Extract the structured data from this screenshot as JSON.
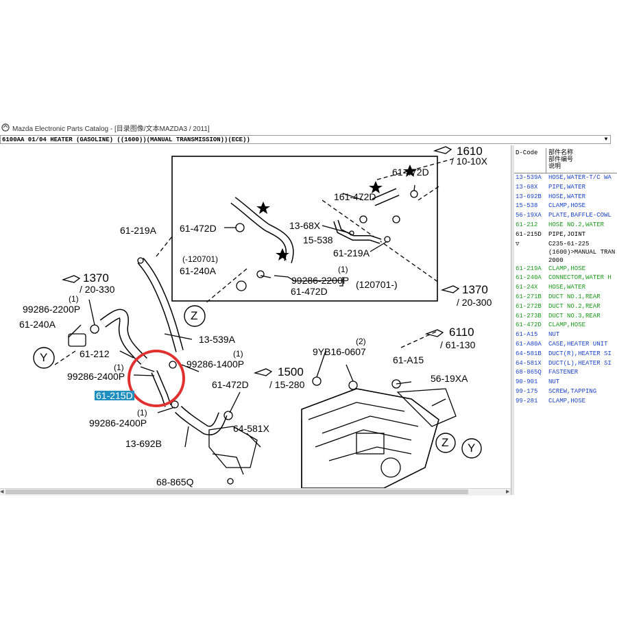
{
  "window": {
    "title": "Mazda Electronic Parts Catalog - [目录图像/文本MAZDA3 / 2011]"
  },
  "header": {
    "selected": "6100AA 01/04 HEATER (GASOLINE) ((1600))(MANUAL TRANSMISSION))(ECE))",
    "dropdown_arrow": "▼"
  },
  "diagram": {
    "labels": {
      "p1610": "1610",
      "p10_10x": "/ 10-10X",
      "p61_472d_a": "61-472D",
      "p161_472d": "161-472D",
      "p61_472d_b": "61-472D",
      "p13_68x": "13-68X",
      "p15_538": "15-538",
      "p61_219a_a": "61-219A",
      "p120701a": "(-120701)",
      "p61_240a_a": "61-240A",
      "p99286_2200_a_qty": "(1)",
      "p99286_2200_a": "99286-2200P",
      "p120701b": "(120701-)",
      "p61_472d_c": "61-472D",
      "p1370_a": "1370",
      "p20_300": "/ 20-300",
      "p61_219a_b": "61-219A",
      "p1370_b": "1370",
      "p20_330": "/ 20-330",
      "p99286_2200_b_qty": "(1)",
      "p99286_2200_b": "99286-2200P",
      "p61_240a_b": "61-240A",
      "pY1": "Y",
      "p61_212": "61-212",
      "pZ1": "Z",
      "p13_539a": "13-539A",
      "p6110": "6110",
      "p61_130": "/ 61-130",
      "p9yb_qty": "(2)",
      "p9yb": "9YB16-0607",
      "p61_a15": "61-A15",
      "p99286_1400_qty": "(1)",
      "p99286_1400": "99286-1400P",
      "p99286_2400_a_qty": "(1)",
      "p99286_2400_a": "99286-2400P",
      "p61_215d": "61-215D",
      "p1500": "1500",
      "p15_280": "/ 15-280",
      "p61_472d_d": "61-472D",
      "p56_19xa": "56-19XA",
      "p99286_2400_b_qty": "(1)",
      "p99286_2400_b": "99286-2400P",
      "p64_581x": "64-581X",
      "pZ2": "Z",
      "pY2": "Y",
      "p13_692b": "13-692B",
      "p68_865q": "68-865Q"
    }
  },
  "parts_table": {
    "columns": {
      "code": "D-Code",
      "name_line1": "部件名称",
      "name_line2": "部件编号",
      "name_line3": "说明"
    },
    "rows": [
      {
        "code": "13-539A",
        "desc": "HOSE,WATER-T/C WA",
        "color": "blue"
      },
      {
        "code": "13-68X",
        "desc": "PIPE,WATER",
        "color": "blue"
      },
      {
        "code": "13-692B",
        "desc": "HOSE,WATER",
        "color": "blue"
      },
      {
        "code": "15-538",
        "desc": "CLAMP,HOSE",
        "color": "blue"
      },
      {
        "code": "56-19XA",
        "desc": "PLATE,BAFFLE-COWL",
        "color": "blue"
      },
      {
        "code": "61-212",
        "desc": "HOSE NO.2,WATER",
        "color": "green"
      },
      {
        "code": "61-215D",
        "desc": "PIPE,JOINT",
        "color": "black"
      },
      {
        "code": "▽",
        "desc": "C235-61-225",
        "color": "note"
      },
      {
        "code": "",
        "desc": "(1600)>MANUAL TRAN",
        "color": "note"
      },
      {
        "code": "",
        "desc": "2000",
        "color": "note"
      },
      {
        "code": "61-219A",
        "desc": "CLAMP,HOSE",
        "color": "green"
      },
      {
        "code": "61-240A",
        "desc": "CONNECTOR,WATER H",
        "color": "green"
      },
      {
        "code": "61-24X",
        "desc": "HOSE,WATER",
        "color": "green"
      },
      {
        "code": "61-271B",
        "desc": "DUCT NO.1,REAR",
        "color": "green"
      },
      {
        "code": "61-272B",
        "desc": "DUCT NO.2,REAR",
        "color": "green"
      },
      {
        "code": "61-273B",
        "desc": "DUCT NO.3,REAR",
        "color": "green"
      },
      {
        "code": "61-472D",
        "desc": "CLAMP,HOSE",
        "color": "green"
      },
      {
        "code": "61-A15",
        "desc": "NUT",
        "color": "blue"
      },
      {
        "code": "61-A80A",
        "desc": "CASE,HEATER UNIT",
        "color": "blue"
      },
      {
        "code": "64-581B",
        "desc": "DUCT(R),HEATER SI",
        "color": "blue"
      },
      {
        "code": "64-581X",
        "desc": "DUCT(L),HEATER SI",
        "color": "blue"
      },
      {
        "code": "68-865Q",
        "desc": "FASTENER",
        "color": "blue"
      },
      {
        "code": "90-901",
        "desc": "NUT",
        "color": "blue"
      },
      {
        "code": "99-175",
        "desc": "SCREW,TAPPING",
        "color": "blue"
      },
      {
        "code": "99-281",
        "desc": "CLAMP,HOSE",
        "color": "blue"
      }
    ]
  },
  "colors": {
    "highlight_circle": "#e03030",
    "selected_label_bg": "#1f8fbf",
    "blue_text": "#1a44c8",
    "green_text": "#1a9a1a"
  }
}
